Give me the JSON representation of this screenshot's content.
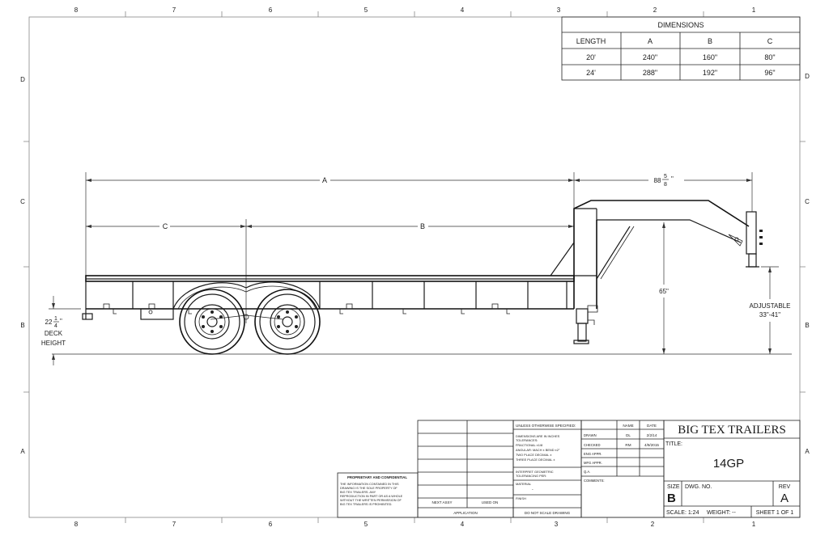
{
  "zones": {
    "columns": [
      "8",
      "7",
      "6",
      "5",
      "4",
      "3",
      "2",
      "1"
    ],
    "rows": [
      "D",
      "C",
      "B",
      "A"
    ]
  },
  "dimensions_table": {
    "title": "DIMENSIONS",
    "headers": [
      "LENGTH",
      "A",
      "B",
      "C"
    ],
    "rows": [
      [
        "20'",
        "240\"",
        "160\"",
        "80\""
      ],
      [
        "24'",
        "288\"",
        "192\"",
        "96\""
      ]
    ]
  },
  "drawing_labels": {
    "dim_a": "A",
    "dim_b": "B",
    "dim_c": "C",
    "neck_whole": "88",
    "neck_num": "5",
    "neck_den": "8",
    "neck_unit": "\"",
    "height_65": "65\"",
    "adjustable": "ADJUSTABLE",
    "adjustable_range": "33\"-41\"",
    "deck_whole": "22",
    "deck_num": "1",
    "deck_den": "4",
    "deck_unit": "\"",
    "deck_line1": "DECK",
    "deck_line2": "HEIGHT"
  },
  "title_block": {
    "proprietary_title": "PROPRIETARY AND CONFIDENTIAL",
    "proprietary_lines": [
      "THE INFORMATION CONTAINED IN THIS",
      "DRAWING IS THE SOLE PROPERTY OF",
      "BIG TEX TRAILERS.  ANY",
      "REPRODUCTION IN PART OR AS A WHOLE",
      "WITHOUT THE WRITTEN PERMISSION OF",
      "BIG TEX TRAILERS IS PROHIBITED."
    ],
    "next_assy": "NEXT ASSY",
    "used_on": "USED ON",
    "application": "APPLICATION",
    "unless_specified": "UNLESS OTHERWISE SPECIFIED:",
    "tolerance_lines": [
      "DIMENSIONS ARE IN INCHES",
      "TOLERANCES:",
      "FRACTIONAL ±1/8",
      "ANGULAR: MACH ±   BEND ±2°",
      "TWO PLACE DECIMAL   ±",
      "THREE PLACE DECIMAL  ±"
    ],
    "interpret_lines": [
      "INTERPRET GEOMETRIC",
      "TOLERANCING PER:"
    ],
    "material": "MATERIAL",
    "material_value": "-",
    "finish": "FINISH",
    "do_not_scale": "DO NOT SCALE DRAWING",
    "name_header": "NAME",
    "date_header": "DATE",
    "drawn": "DRAWN",
    "drawn_name": "DL",
    "drawn_date": "2/2/14",
    "checked": "CHECKED",
    "checked_name": "RM",
    "checked_date": "4/9/2015",
    "eng_appr": "ENG APPR.",
    "mfg_appr": "MFG APPR.",
    "qa": "Q.A.",
    "comments": "COMMENTS:",
    "company": "BIG TEX TRAILERS",
    "title_label": "TITLE:",
    "title_value": "14GP",
    "size_label": "SIZE",
    "size_value": "B",
    "dwg_no_label": "DWG.  NO.",
    "rev_label": "REV",
    "rev_value": "A",
    "scale": "SCALE: 1:24",
    "weight": "WEIGHT: --",
    "sheet": "SHEET 1 OF 1"
  }
}
